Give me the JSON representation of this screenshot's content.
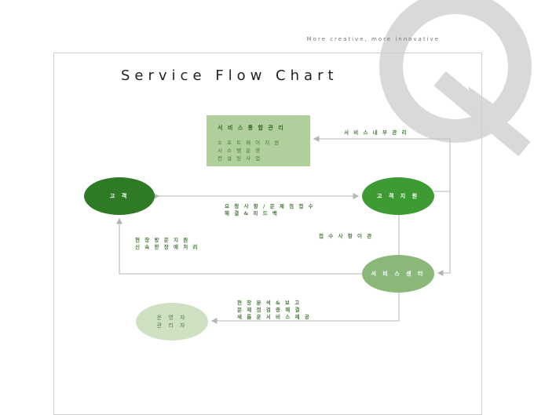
{
  "tagline": "More creative, more innovative",
  "title": "Service Flow Chart",
  "hub": {
    "title": "서 비 스  통 합 관 리",
    "lines": [
      "소 프 트 웨 어  지 원",
      "시 스 템  운 영",
      "컨 설 팅  사 업"
    ]
  },
  "nodes": {
    "customer": "고    객",
    "support": "고 객 지 원",
    "center": "서 비 스 센 터",
    "operator_line1": "운 영 자",
    "operator_line2": "관 리 자"
  },
  "labels": {
    "internal": "서 비 스  내 부  관 리",
    "request_1": "요 청 사 항 / 문 제 점  접 수",
    "request_2": "해 결  &  피 드 백",
    "visit_1": "현 장 방 문  지 원",
    "visit_2": "신 속 한  장 애 처 리",
    "transfer": "접 수 사 항  이 관",
    "analysis_1": "현 장 분 석  &  보 고",
    "analysis_2": "문 제 점  검 증  해 결",
    "analysis_3": "새 롭 운  서 비 스  제 공"
  },
  "colors": {
    "dark_green": "#2f7a24",
    "mid_green": "#3e9b33",
    "light_green": "#8ab879",
    "pale_green": "#cfe1c3",
    "hub_green": "#b1cf9d",
    "watermark": "#d9d9d9"
  }
}
